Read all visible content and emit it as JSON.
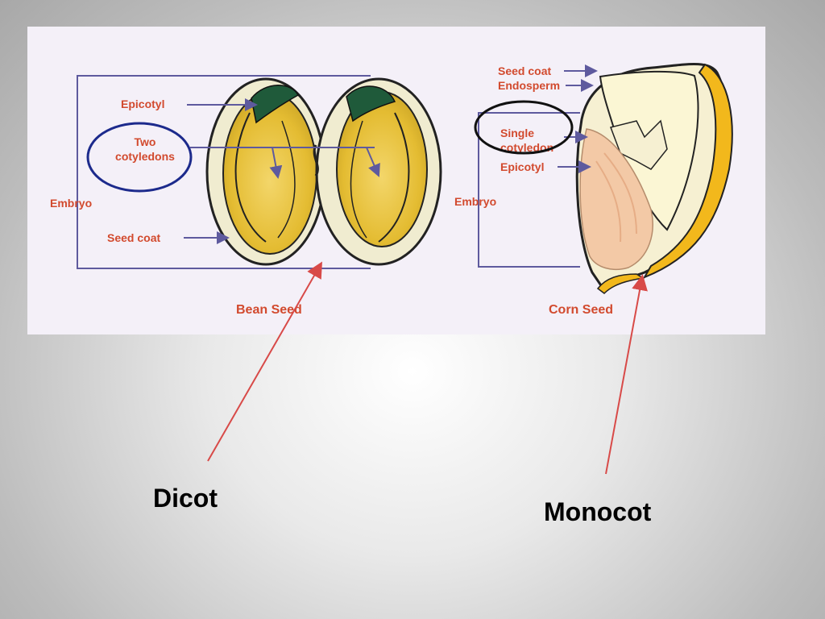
{
  "diagram": {
    "bean": {
      "epicotyl": "Epicotyl",
      "two_line1": "Two",
      "two_line2": "cotyledons",
      "embryo": "Embryo",
      "seed_coat": "Seed coat",
      "title": "Bean Seed"
    },
    "corn": {
      "seed_coat": "Seed coat",
      "endosperm": "Endosperm",
      "single_line1": "Single",
      "single_line2": "cotyledon",
      "epicotyl": "Epicotyl",
      "embryo": "Embryo",
      "title": "Corn Seed"
    }
  },
  "captions": {
    "dicot": "Dicot",
    "monocot": "Monocot"
  },
  "colors": {
    "label": "#d24a2e",
    "pointer": "#5e5a9e",
    "annotation_arrow": "#d84a48",
    "cotyledon_yellow": "#e8c23a",
    "corn_embryo": "#f3c9a6",
    "corn_coat": "#f2b81c"
  }
}
